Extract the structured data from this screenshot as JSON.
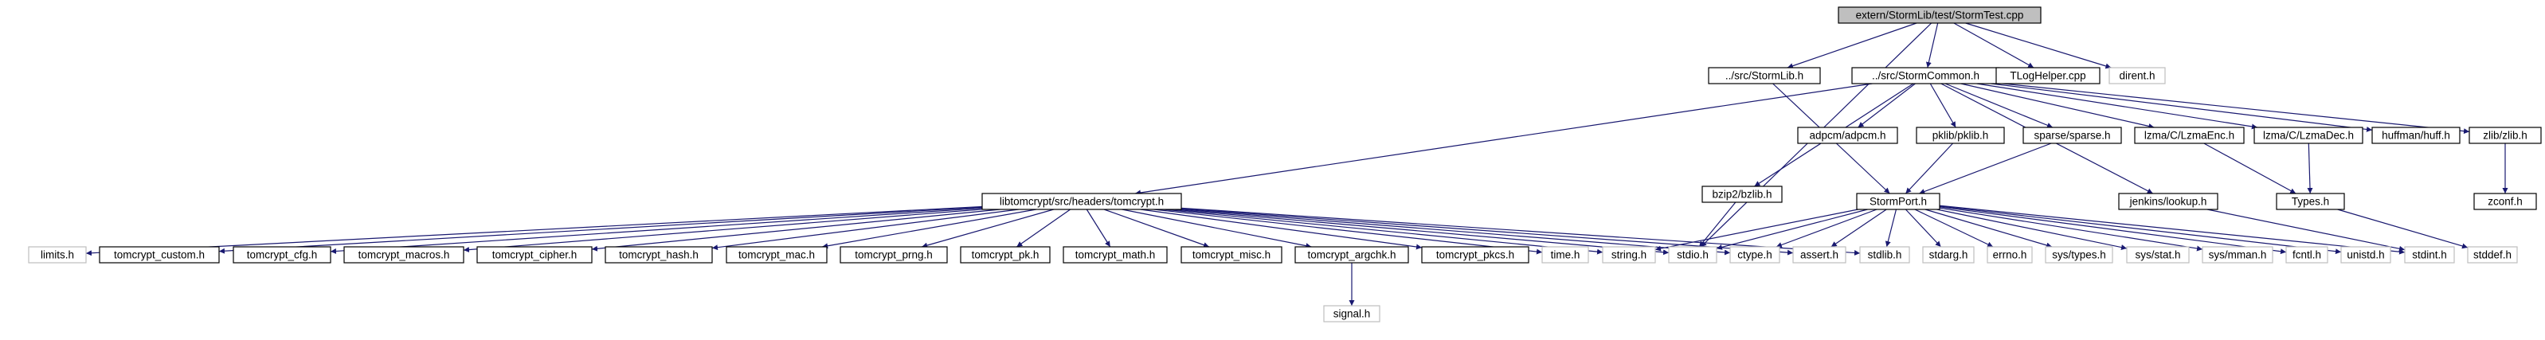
{
  "nodes": [
    {
      "id": "root",
      "label": "extern/StormLib/test/StormTest.cpp",
      "kind": "root"
    },
    {
      "id": "stormlib",
      "label": "../src/StormLib.h",
      "kind": "internal"
    },
    {
      "id": "stormcommon",
      "label": "../src/StormCommon.h",
      "kind": "internal"
    },
    {
      "id": "tloghelper",
      "label": "TLogHelper.cpp",
      "kind": "internal"
    },
    {
      "id": "dirent",
      "label": "dirent.h",
      "kind": "external"
    },
    {
      "id": "tomcrypt",
      "label": "libtomcrypt/src/headers/tomcrypt.h",
      "kind": "internal"
    },
    {
      "id": "adpcm",
      "label": "adpcm/adpcm.h",
      "kind": "internal"
    },
    {
      "id": "pklib",
      "label": "pklib/pklib.h",
      "kind": "internal"
    },
    {
      "id": "sparse",
      "label": "sparse/sparse.h",
      "kind": "internal"
    },
    {
      "id": "lzmaenc",
      "label": "lzma/C/LzmaEnc.h",
      "kind": "internal"
    },
    {
      "id": "lzmadec",
      "label": "lzma/C/LzmaDec.h",
      "kind": "internal"
    },
    {
      "id": "huff",
      "label": "huffman/huff.h",
      "kind": "internal"
    },
    {
      "id": "zlib",
      "label": "zlib/zlib.h",
      "kind": "internal"
    },
    {
      "id": "bzlib",
      "label": "bzip2/bzlib.h",
      "kind": "internal"
    },
    {
      "id": "stormport",
      "label": "StormPort.h",
      "kind": "internal"
    },
    {
      "id": "lookup",
      "label": "jenkins/lookup.h",
      "kind": "internal"
    },
    {
      "id": "types",
      "label": "Types.h",
      "kind": "internal"
    },
    {
      "id": "zconf",
      "label": "zconf.h",
      "kind": "internal"
    },
    {
      "id": "limits",
      "label": "limits.h",
      "kind": "external"
    },
    {
      "id": "tc_custom",
      "label": "tomcrypt_custom.h",
      "kind": "internal"
    },
    {
      "id": "tc_cfg",
      "label": "tomcrypt_cfg.h",
      "kind": "internal"
    },
    {
      "id": "tc_macros",
      "label": "tomcrypt_macros.h",
      "kind": "internal"
    },
    {
      "id": "tc_cipher",
      "label": "tomcrypt_cipher.h",
      "kind": "internal"
    },
    {
      "id": "tc_hash",
      "label": "tomcrypt_hash.h",
      "kind": "internal"
    },
    {
      "id": "tc_mac",
      "label": "tomcrypt_mac.h",
      "kind": "internal"
    },
    {
      "id": "tc_prng",
      "label": "tomcrypt_prng.h",
      "kind": "internal"
    },
    {
      "id": "tc_pk",
      "label": "tomcrypt_pk.h",
      "kind": "internal"
    },
    {
      "id": "tc_math",
      "label": "tomcrypt_math.h",
      "kind": "internal"
    },
    {
      "id": "tc_misc",
      "label": "tomcrypt_misc.h",
      "kind": "internal"
    },
    {
      "id": "tc_argchk",
      "label": "tomcrypt_argchk.h",
      "kind": "internal"
    },
    {
      "id": "tc_pkcs",
      "label": "tomcrypt_pkcs.h",
      "kind": "internal"
    },
    {
      "id": "time",
      "label": "time.h",
      "kind": "external"
    },
    {
      "id": "string",
      "label": "string.h",
      "kind": "external"
    },
    {
      "id": "stdio",
      "label": "stdio.h",
      "kind": "external"
    },
    {
      "id": "ctype",
      "label": "ctype.h",
      "kind": "external"
    },
    {
      "id": "assert",
      "label": "assert.h",
      "kind": "external"
    },
    {
      "id": "stdlib",
      "label": "stdlib.h",
      "kind": "external"
    },
    {
      "id": "stdarg",
      "label": "stdarg.h",
      "kind": "external"
    },
    {
      "id": "errno",
      "label": "errno.h",
      "kind": "external"
    },
    {
      "id": "systypes",
      "label": "sys/types.h",
      "kind": "external"
    },
    {
      "id": "sysstat",
      "label": "sys/stat.h",
      "kind": "external"
    },
    {
      "id": "sysmman",
      "label": "sys/mman.h",
      "kind": "external"
    },
    {
      "id": "fcntl",
      "label": "fcntl.h",
      "kind": "external"
    },
    {
      "id": "unistd",
      "label": "unistd.h",
      "kind": "external"
    },
    {
      "id": "stdint",
      "label": "stdint.h",
      "kind": "external"
    },
    {
      "id": "stddef",
      "label": "stddef.h",
      "kind": "external"
    },
    {
      "id": "signal",
      "label": "signal.h",
      "kind": "external"
    }
  ],
  "edges": [
    [
      "root",
      "stormlib"
    ],
    [
      "root",
      "stormcommon"
    ],
    [
      "root",
      "tloghelper"
    ],
    [
      "root",
      "dirent"
    ],
    [
      "root",
      "stdio"
    ],
    [
      "stormlib",
      "stormport"
    ],
    [
      "stormcommon",
      "tomcrypt"
    ],
    [
      "stormcommon",
      "adpcm"
    ],
    [
      "stormcommon",
      "pklib"
    ],
    [
      "stormcommon",
      "sparse"
    ],
    [
      "stormcommon",
      "lzmaenc"
    ],
    [
      "stormcommon",
      "lzmadec"
    ],
    [
      "stormcommon",
      "huff"
    ],
    [
      "stormcommon",
      "zlib"
    ],
    [
      "stormcommon",
      "bzlib"
    ],
    [
      "stormcommon",
      "lookup"
    ],
    [
      "pklib",
      "stormport"
    ],
    [
      "sparse",
      "stormport"
    ],
    [
      "lzmaenc",
      "types"
    ],
    [
      "lzmadec",
      "types"
    ],
    [
      "zlib",
      "zconf"
    ],
    [
      "bzlib",
      "stdio"
    ],
    [
      "lookup",
      "stdint"
    ],
    [
      "types",
      "stddef"
    ],
    [
      "tomcrypt",
      "limits"
    ],
    [
      "tomcrypt",
      "tc_custom"
    ],
    [
      "tomcrypt",
      "tc_cfg"
    ],
    [
      "tomcrypt",
      "tc_macros"
    ],
    [
      "tomcrypt",
      "tc_cipher"
    ],
    [
      "tomcrypt",
      "tc_hash"
    ],
    [
      "tomcrypt",
      "tc_mac"
    ],
    [
      "tomcrypt",
      "tc_prng"
    ],
    [
      "tomcrypt",
      "tc_pk"
    ],
    [
      "tomcrypt",
      "tc_math"
    ],
    [
      "tomcrypt",
      "tc_misc"
    ],
    [
      "tomcrypt",
      "tc_argchk"
    ],
    [
      "tomcrypt",
      "tc_pkcs"
    ],
    [
      "tomcrypt",
      "time"
    ],
    [
      "tomcrypt",
      "string"
    ],
    [
      "tomcrypt",
      "stdio"
    ],
    [
      "tomcrypt",
      "ctype"
    ],
    [
      "tomcrypt",
      "assert"
    ],
    [
      "tomcrypt",
      "stdlib"
    ],
    [
      "tc_argchk",
      "signal"
    ],
    [
      "stormport",
      "string"
    ],
    [
      "stormport",
      "stdio"
    ],
    [
      "stormport",
      "ctype"
    ],
    [
      "stormport",
      "assert"
    ],
    [
      "stormport",
      "stdlib"
    ],
    [
      "stormport",
      "stdarg"
    ],
    [
      "stormport",
      "errno"
    ],
    [
      "stormport",
      "systypes"
    ],
    [
      "stormport",
      "sysstat"
    ],
    [
      "stormport",
      "sysmman"
    ],
    [
      "stormport",
      "fcntl"
    ],
    [
      "stormport",
      "unistd"
    ],
    [
      "stormport",
      "stdint"
    ]
  ]
}
